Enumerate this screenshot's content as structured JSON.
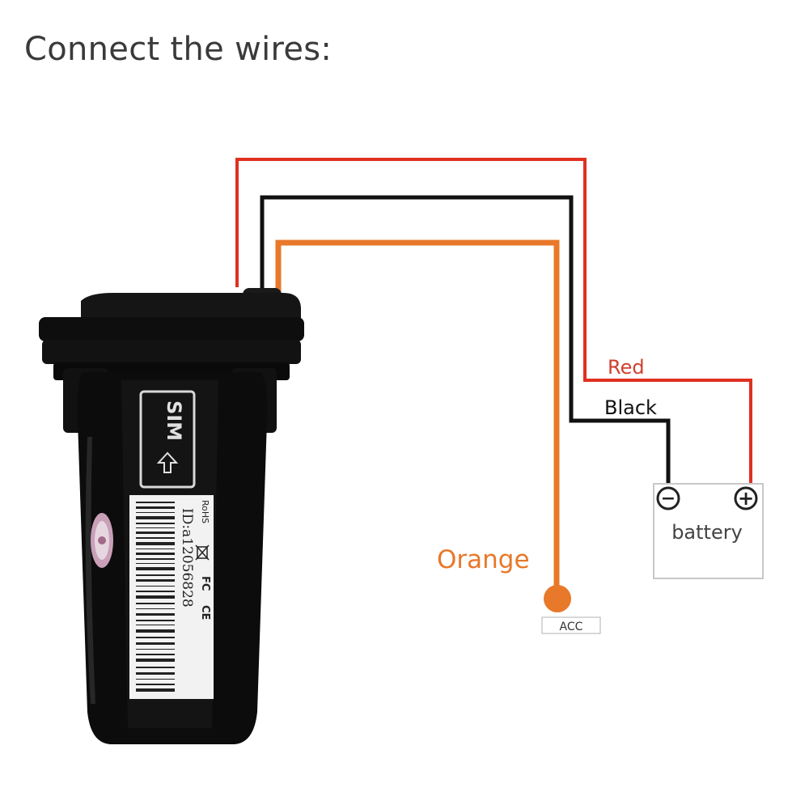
{
  "title": "Connect the wires:",
  "wires": {
    "red": {
      "label": "Red",
      "color": "#e03020"
    },
    "black": {
      "label": "Black",
      "color": "#111111"
    },
    "orange": {
      "label": "Orange",
      "color": "#e8782a"
    }
  },
  "acc_label": "ACC",
  "battery": {
    "label": "battery",
    "negative_symbol": "−",
    "positive_symbol": "+"
  },
  "device": {
    "sim_label": "SIM",
    "id_text": "ID:a12056828",
    "marks": [
      "CE",
      "FC",
      "RoHS"
    ]
  }
}
